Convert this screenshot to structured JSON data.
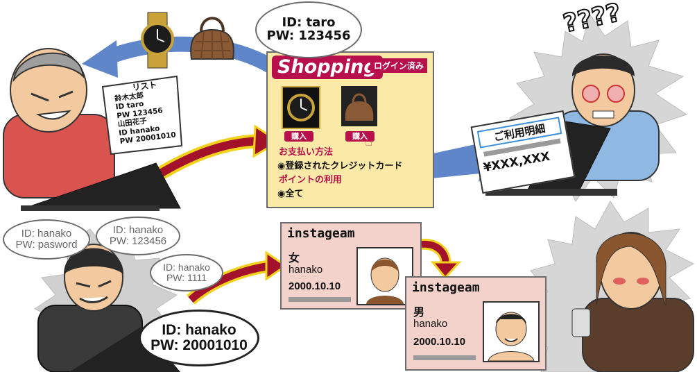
{
  "bubbles": {
    "taro": {
      "id": "ID: taro",
      "pw": "PW: 123456"
    },
    "hanako_pasword": {
      "id": "ID: hanako",
      "pw": "PW: pasword"
    },
    "hanako_123456": {
      "id": "ID: hanako",
      "pw": "PW: 123456"
    },
    "hanako_1111": {
      "id": "ID: hanako",
      "pw": "PW: 1111"
    },
    "hanako_real": {
      "id": "ID: hanako",
      "pw": "PW: 20001010"
    }
  },
  "list": {
    "title": "リスト",
    "lines": [
      "鈴木太郎",
      "ID taro",
      "PW 123456",
      "山田花子",
      "ID hanako",
      "PW 20001010"
    ]
  },
  "shopping": {
    "logo": "Shopping",
    "logged_in_badge": "ログイン済み",
    "buy_label_1": "購入",
    "buy_label_2": "購入",
    "payment_heading": "お支払い方法",
    "payment_option": "◉登録されたクレジットカード",
    "points_heading": "ポイントの利用",
    "points_option": "◉全て"
  },
  "statement": {
    "title": "ご利用明細",
    "amount": "¥XXX,XXX"
  },
  "confused": "????",
  "profile_original": {
    "app": "instageam",
    "gender": "女",
    "name": "hanako",
    "date": "2000.10.10"
  },
  "profile_altered": {
    "app": "instageam",
    "gender": "男",
    "name": "hanako",
    "date": "2000.10.10"
  },
  "colors": {
    "shop_bg": "#fbe9a8",
    "accent_magenta": "#b7104a",
    "card_bg": "#f2d2cb",
    "arrow_red": "#a3122a",
    "arrow_blue": "#5f86c9"
  }
}
